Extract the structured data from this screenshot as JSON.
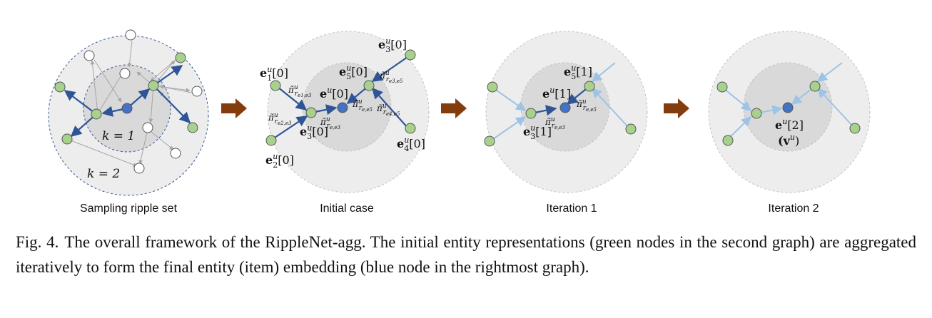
{
  "panels": [
    {
      "id": "p1",
      "title": "Sampling ripple set",
      "labels": {
        "k1": "k = 1",
        "k2": "k = 2"
      }
    },
    {
      "id": "p2",
      "title": "Initial case",
      "labels": {
        "e1": "e",
        "e1sup": "u",
        "e1sub": "1",
        "e1idx": "[0]",
        "e2": "e",
        "e2sup": "u",
        "e2sub": "2",
        "e2idx": "[0]",
        "e3a": "e",
        "e3asup": "u",
        "e3asub": "3",
        "e3aidx": "[0]",
        "e3b": "e",
        "e3bsup": "u",
        "e3bsub": "3",
        "e3bidx": "[0]",
        "e4": "e",
        "e4sup": "u",
        "e4sub": "4",
        "e4idx": "[0]",
        "e5": "e",
        "e5sup": "u",
        "e5sub": "5",
        "e5idx": "[0]",
        "eu": "e",
        "eusup": "u",
        "euidx": "[0]",
        "pi1": "π̃",
        "pi1sup": "u",
        "pi1sub": "r",
        "pi1subsub": "e1,e3",
        "pi2": "π̃",
        "pi2sup": "u",
        "pi2sub": "r",
        "pi2subsub": "e2,e3",
        "pi3": "π̃",
        "pi3sup": "u",
        "pi3sub": "r",
        "pi3subsub": "e3,e5",
        "pi4": "π̃",
        "pi4sup": "u",
        "pi4sub": "r",
        "pi4subsub": "e4,e5",
        "pi5": "π̃",
        "pi5sup": "u",
        "pi5sub": "r",
        "pi5subsub": "e,e3",
        "pi6": "π̃",
        "pi6sup": "u",
        "pi6sub": "r",
        "pi6subsub": "e,e5"
      }
    },
    {
      "id": "p3",
      "title": "Iteration 1",
      "labels": {
        "e5": "e",
        "e5sup": "u",
        "e5sub": "5",
        "e5idx": "[1]",
        "e3": "e",
        "e3sup": "u",
        "e3sub": "3",
        "e3idx": "[1]",
        "eu": "e",
        "eusup": "u",
        "euidx": "[1]",
        "pi1": "π̃",
        "pi1sup": "u",
        "pi1sub": "r",
        "pi1subsub": "e,e3",
        "pi2": "π̃",
        "pi2sup": "u",
        "pi2sub": "r",
        "pi2subsub": "e,e5"
      }
    },
    {
      "id": "p4",
      "title": "Iteration 2",
      "labels": {
        "eu": "e",
        "eusup": "u",
        "euidx": "[2]",
        "vu": "(v",
        "vusup": "u",
        "vuclose": ")"
      }
    }
  ],
  "caption": {
    "label": "Fig. 4.",
    "text": "The overall framework of the RippleNet-agg. The initial entity representations (green nodes in the second graph) are aggregated iteratively to form the final entity (item) embedding (blue node in the rightmost graph)."
  },
  "colors": {
    "green_node": "#a9d18e",
    "blue_node": "#4472c4",
    "edge_dark": "#2f5597",
    "edge_light": "#9dc3e6",
    "edge_gray": "#a6a6a6",
    "arrow_brown": "#843c0c",
    "outer_fill": "#ededed",
    "inner_fill": "#d9d9d9"
  }
}
